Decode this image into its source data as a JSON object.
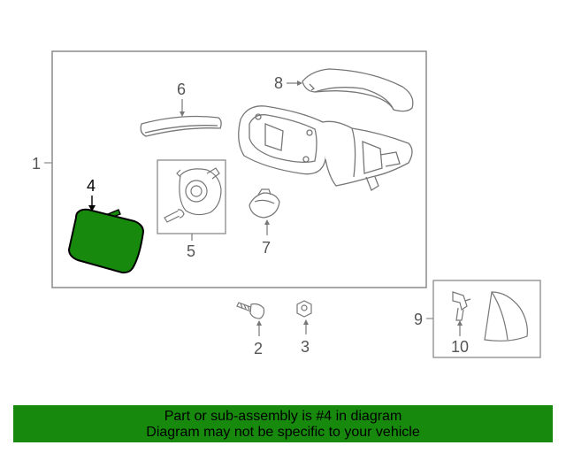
{
  "diagram": {
    "callouts": {
      "c1": "1",
      "c2": "2",
      "c3": "3",
      "c4": "4",
      "c5": "5",
      "c6": "6",
      "c7": "7",
      "c8": "8",
      "c9": "9",
      "c10": "10"
    },
    "highlight_color": "#178a0e",
    "line_color": "#8a8a8a"
  },
  "banner": {
    "line1": "Part or sub-assembly is #4 in diagram",
    "line2": "Diagram may not be specific to your vehicle",
    "background": "#178a0e"
  }
}
